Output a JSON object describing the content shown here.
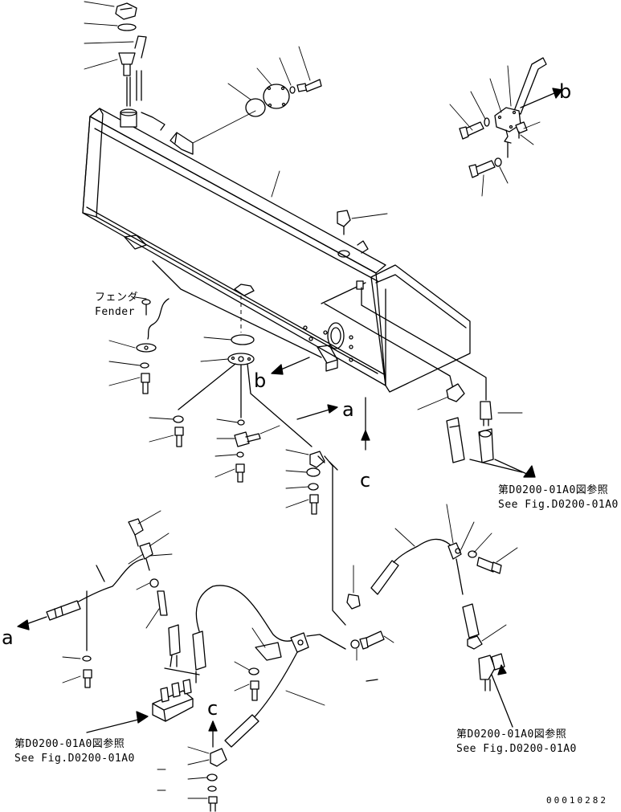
{
  "labels": {
    "fender_jp": "フェンダ",
    "fender_en": "Fender",
    "marker_a": "a",
    "marker_b": "b",
    "marker_c": "c",
    "ref_jp": "第D0200-01A0図参照",
    "ref_en": "See Fig.D0200-01A0",
    "doc_id": "00010282"
  },
  "colors": {
    "line": "#000000",
    "background": "#ffffff"
  }
}
